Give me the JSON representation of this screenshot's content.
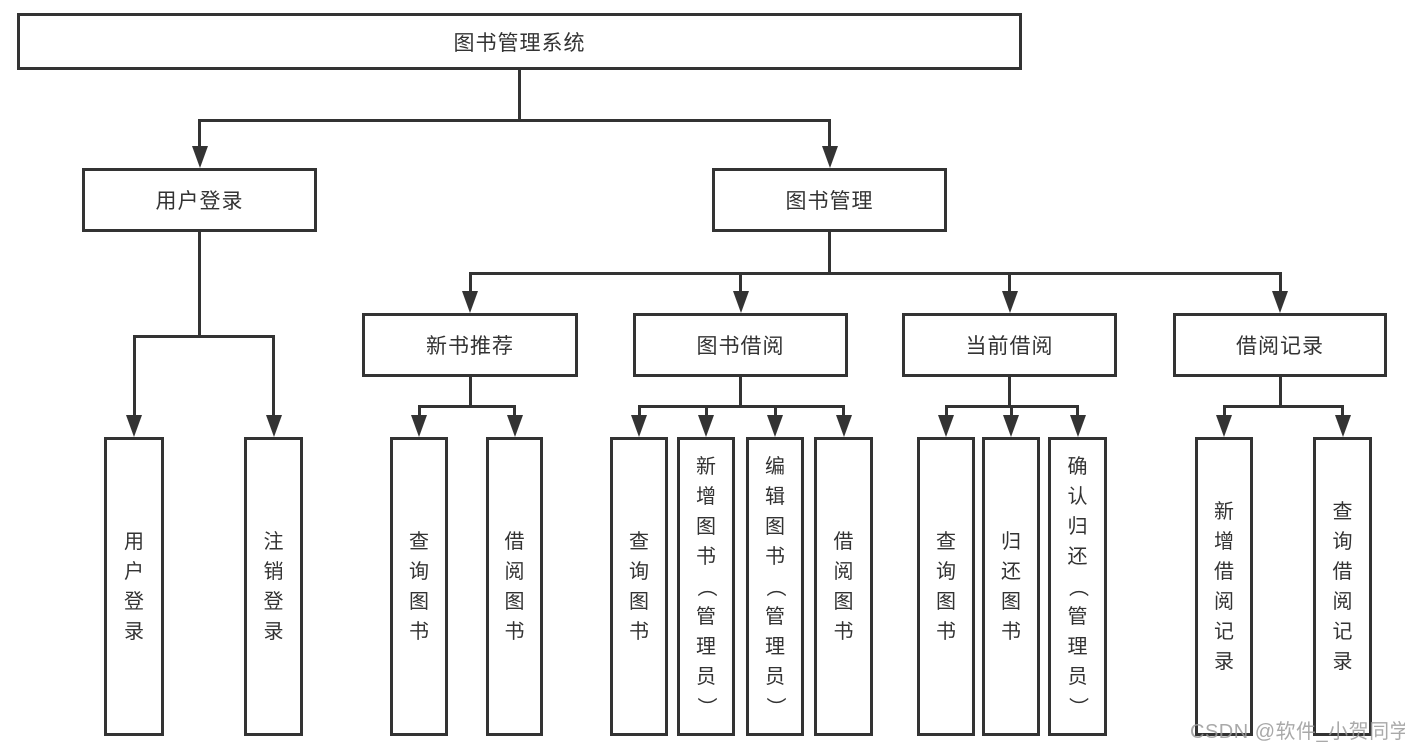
{
  "page": {
    "background": "#ffffff"
  },
  "colors": {
    "line": "#333333",
    "text": "#333333",
    "node_background": "#ffffff",
    "watermark": "#9b9b9b"
  },
  "watermark": {
    "text": "CSDN @软件_小贺同学"
  },
  "diagram": {
    "type": "tree",
    "title": "图书管理系统",
    "root": {
      "id": "root",
      "label": "图书管理系统",
      "children": [
        {
          "id": "user-login",
          "label": "用户登录",
          "children": [
            {
              "id": "leaf-user-login",
              "label": "用户登录"
            },
            {
              "id": "leaf-logout",
              "label": "注销登录"
            }
          ]
        },
        {
          "id": "book-mgmt",
          "label": "图书管理",
          "children": [
            {
              "id": "new-book-rec",
              "label": "新书推荐",
              "children": [
                {
                  "id": "nbr-query-books",
                  "label": "查询图书"
                },
                {
                  "id": "nbr-borrow-books",
                  "label": "借阅图书"
                }
              ]
            },
            {
              "id": "book-borrow",
              "label": "图书借阅",
              "children": [
                {
                  "id": "bb-query-books",
                  "label": "查询图书"
                },
                {
                  "id": "bb-add-books",
                  "label": "新增图书（管理员）"
                },
                {
                  "id": "bb-edit-books",
                  "label": "编辑图书（管理员）"
                },
                {
                  "id": "bb-borrow-books",
                  "label": "借阅图书"
                }
              ]
            },
            {
              "id": "current-borrow",
              "label": "当前借阅",
              "children": [
                {
                  "id": "cb-query-books",
                  "label": "查询图书"
                },
                {
                  "id": "cb-return-books",
                  "label": "归还图书"
                },
                {
                  "id": "cb-confirm-return",
                  "label": "确认归还（管理员）"
                }
              ]
            },
            {
              "id": "borrow-records",
              "label": "借阅记录",
              "children": [
                {
                  "id": "br-add-record",
                  "label": "新增借阅记录"
                },
                {
                  "id": "br-query-record",
                  "label": "查询借阅记录"
                }
              ]
            }
          ]
        }
      ]
    }
  }
}
